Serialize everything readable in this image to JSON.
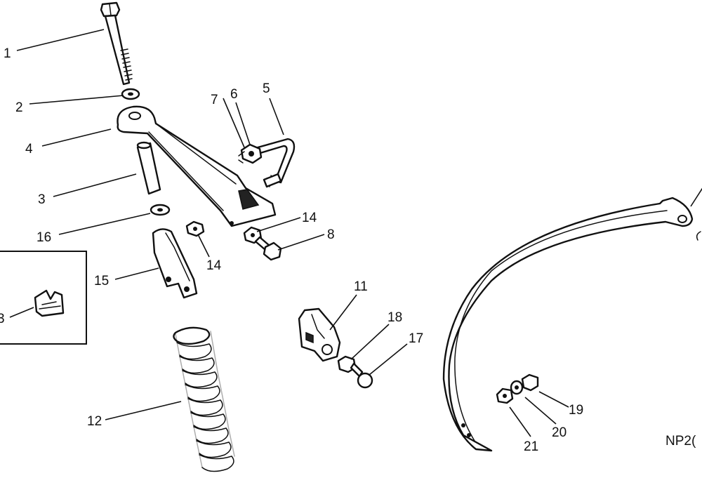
{
  "diagram": {
    "callouts": [
      {
        "id": "c1",
        "label": "1"
      },
      {
        "id": "c2",
        "label": "2"
      },
      {
        "id": "c3",
        "label": "3"
      },
      {
        "id": "c4",
        "label": "4"
      },
      {
        "id": "c5",
        "label": "5"
      },
      {
        "id": "c6",
        "label": "6"
      },
      {
        "id": "c7",
        "label": "7"
      },
      {
        "id": "c8",
        "label": "8"
      },
      {
        "id": "c11",
        "label": "11"
      },
      {
        "id": "c12",
        "label": "12"
      },
      {
        "id": "c14a",
        "label": "14"
      },
      {
        "id": "c14b",
        "label": "14"
      },
      {
        "id": "c15",
        "label": "15"
      },
      {
        "id": "c16",
        "label": "16"
      },
      {
        "id": "c17",
        "label": "17"
      },
      {
        "id": "c18",
        "label": "18"
      },
      {
        "id": "c19",
        "label": "19"
      },
      {
        "id": "c20",
        "label": "20"
      },
      {
        "id": "c21",
        "label": "21"
      },
      {
        "id": "c13",
        "label": "3"
      }
    ],
    "figure_code": "NP2("
  }
}
